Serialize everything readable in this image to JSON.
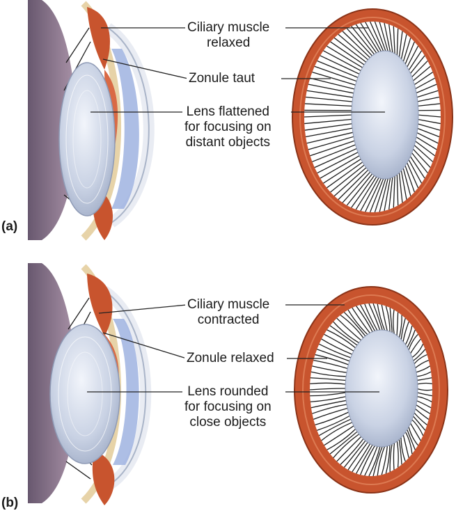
{
  "panel_a": {
    "tag": "(a)",
    "ciliary_line1": "Ciliary muscle",
    "ciliary_line2": "relaxed",
    "zonule": "Zonule taut",
    "lens_line1": "Lens flattened",
    "lens_line2": "for focusing on",
    "lens_line3": "distant objects"
  },
  "panel_b": {
    "tag": "(b)",
    "ciliary_line1": "Ciliary muscle",
    "ciliary_line2": "contracted",
    "zonule": "Zonule relaxed",
    "lens_line1": "Lens rounded",
    "lens_line2": "for focusing on",
    "lens_line3": "close objects"
  },
  "colors": {
    "ciliary_muscle": "#c8542e",
    "lens": "#c9d2e4",
    "eye_wall": "#7a5a78",
    "zonule_fiber": "#1a1a1a"
  }
}
